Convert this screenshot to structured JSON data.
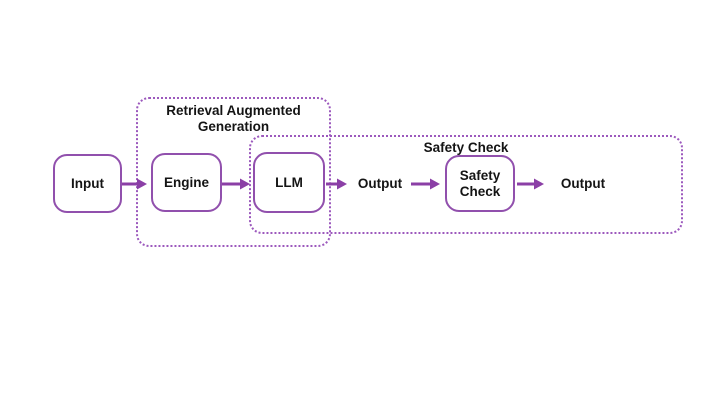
{
  "diagram": {
    "groups": [
      {
        "id": "rag",
        "title": "Retrieval Augmented Generation"
      },
      {
        "id": "safety",
        "title": "Safety Check"
      }
    ],
    "nodes": [
      {
        "id": "input",
        "label": "Input"
      },
      {
        "id": "engine",
        "label": "Engine"
      },
      {
        "id": "llm",
        "label": "LLM"
      },
      {
        "id": "safety-check",
        "label": "Safety Check"
      }
    ],
    "flow_labels": [
      {
        "id": "output-1",
        "text": "Output"
      },
      {
        "id": "output-2",
        "text": "Output"
      }
    ],
    "arrows": [
      {
        "from": "input",
        "to": "engine"
      },
      {
        "from": "engine",
        "to": "llm"
      },
      {
        "from": "llm",
        "to": "output-1"
      },
      {
        "from": "output-1",
        "to": "safety-check"
      },
      {
        "from": "safety-check",
        "to": "output-2"
      }
    ]
  },
  "colors": {
    "background": "#ffffff",
    "node_border": "#9150ad",
    "arrow": "#8b3fa6",
    "group_border": "#9c59bd",
    "text": "#141414"
  }
}
